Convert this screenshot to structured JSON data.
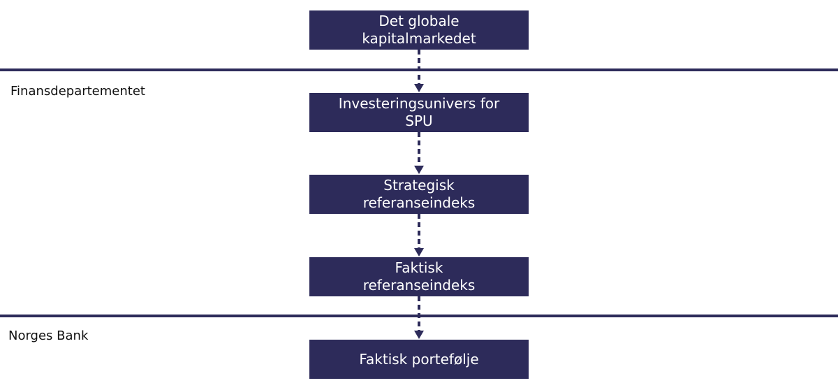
{
  "sections": {
    "upper_label": "Finansdepartementet",
    "lower_label": "Norges Bank"
  },
  "boxes": [
    {
      "line1": "Det globale",
      "line2": "kapitalmarkedet"
    },
    {
      "line1": "Investeringsunivers for",
      "line2": "SPU"
    },
    {
      "line1": "Strategisk",
      "line2": "referanseindeks"
    },
    {
      "line1": "Faktisk",
      "line2": "referanseindeks"
    },
    {
      "line1": "Faktisk portefølje"
    }
  ],
  "colors": {
    "box_fill": "#2d2b5a",
    "box_text": "#ffffff",
    "connector": "#2d2b5a"
  }
}
